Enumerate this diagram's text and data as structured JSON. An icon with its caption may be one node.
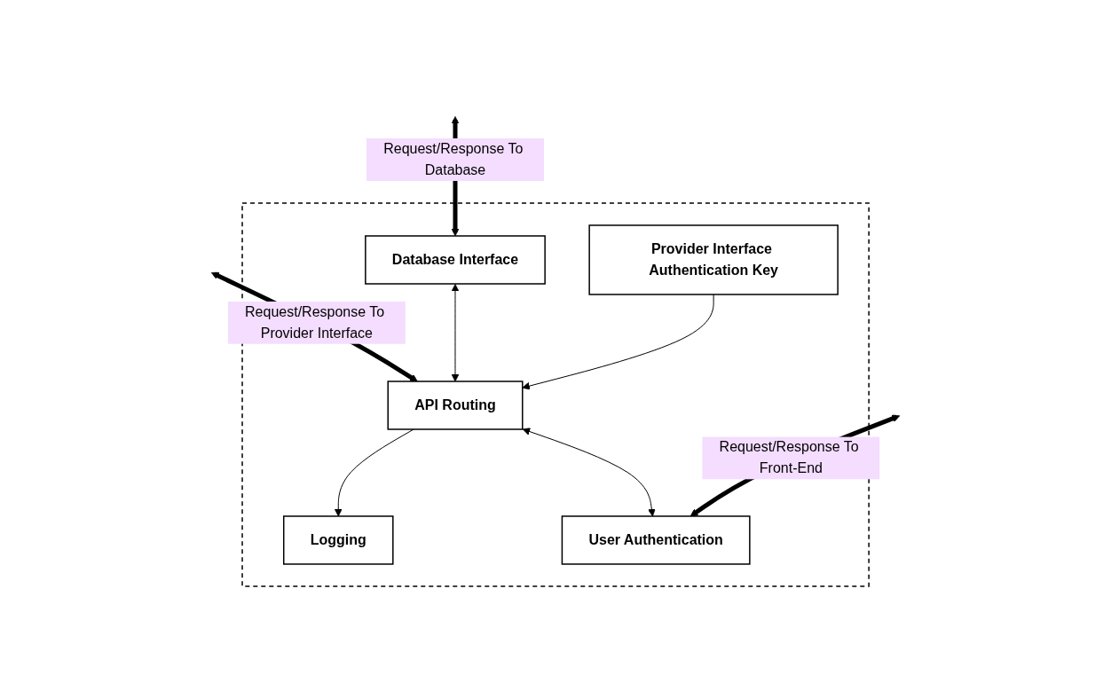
{
  "diagram": {
    "nodes": [
      {
        "text": [],
        "shape": "box"
      },
      {
        "text": [
          "Database Interface"
        ],
        "in": 0
      },
      {
        "text": [
          "API Routing"
        ],
        "in": 0
      },
      {
        "text": [
          "Provider Interface Authentication Key"
        ],
        "in": 0
      },
      {
        "text": [
          "Logging"
        ],
        "in": 0
      },
      {
        "text": [
          "User Authentication"
        ],
        "in": 0
      }
    ],
    "edges": [
      {
        "from": null,
        "to": 2,
        "arrow": "both",
        "style": "thick",
        "label": "Request/Response To Provider Interface"
      },
      {
        "from": null,
        "to": 1,
        "arrow": "both",
        "style": "thick",
        "label": "Request/Response To Database"
      },
      {
        "from": 1,
        "to": 2,
        "arrow": "both"
      },
      {
        "from": 3,
        "to": 2,
        "arrow": "to"
      },
      {
        "from": 2,
        "to": 4,
        "arrow": "to"
      },
      {
        "from": 2,
        "to": 5,
        "arrow": "both"
      },
      {
        "from": null,
        "to": 5,
        "arrow": "both",
        "style": "thick",
        "label": "Request/Response To Front-End"
      }
    ]
  }
}
